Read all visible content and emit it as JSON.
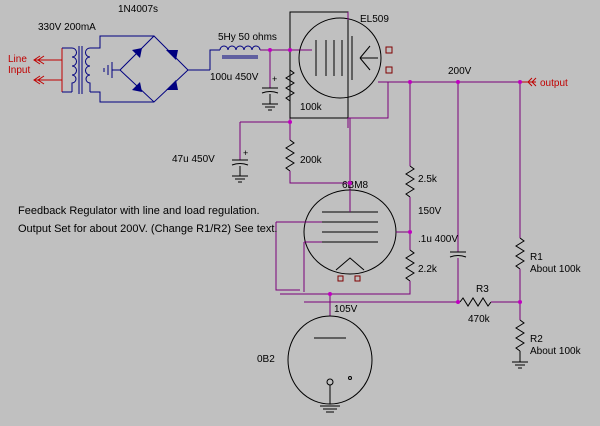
{
  "labels": {
    "transformer": "330V 200mA",
    "rectifier": "1N4007s",
    "line_input_1": "Line",
    "line_input_2": "Input",
    "choke": "5Hy 50 ohms",
    "cap1": "100u 450V",
    "pass_tube": "EL509",
    "out_voltage": "200V",
    "output": "output",
    "r_100k": "100k",
    "r_200k": "200k",
    "cap2": "47u 450V",
    "amp_tube": "6BM8",
    "r_25k": "2.5k",
    "v150": "150V",
    "cap3": ".1u 400V",
    "r_22k": "2.2k",
    "r1_name": "R1",
    "r1_value": "About 100k",
    "r3_name": "R3",
    "r3_value": "470k",
    "r2_name": "R2",
    "r2_value": "About 100k",
    "v105": "105V",
    "ref_tube": "0B2"
  },
  "description": {
    "line1": "Feedback Regulator with line and load regulation.",
    "line2": "Output Set for about 200V. (Change R1/R2) See text."
  }
}
